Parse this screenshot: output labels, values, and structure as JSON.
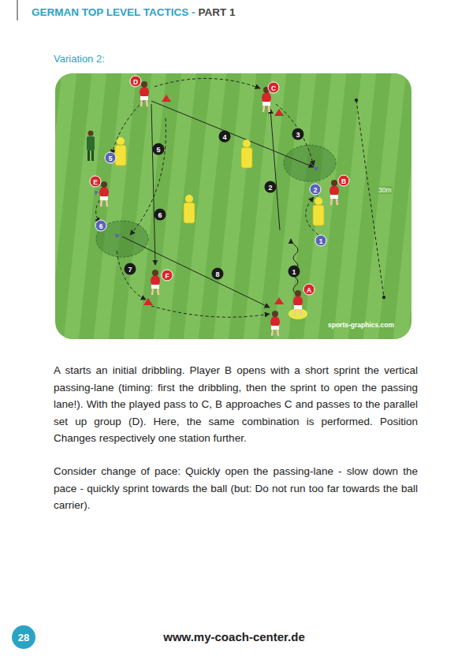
{
  "diagram": {
    "title": "GERMAN TOP LEVEL TACTICS -",
    "nodes": [
      {
        "text": [
          "28"
        ]
      }
    ],
    "labels": [
      "PART 1",
      "Variation 2:",
      "D",
      "C",
      "5",
      "E",
      "2",
      "B",
      "6",
      "1",
      "F",
      "A",
      "1",
      "2",
      "3",
      "4",
      "5",
      "6",
      "7",
      "8",
      "30m",
      "sports-graphics.com",
      "A starts an initial dribbling. Player B opens with a short sprint the vertical passing-lane (timing: first the dribbling, then the sprint to open the passing lane!). With the played pass to C, B approaches C and passes to the parallel set up group (D). Here, the same combination is performed. Position Changes respectively one station further.",
      "Consider change of pace: Quickly open the passing-lane - slow down the pace - quickly sprint towards the ball (but: Do not run too far towards the ball carrier).",
      "www.my-coach-center.de"
    ]
  }
}
